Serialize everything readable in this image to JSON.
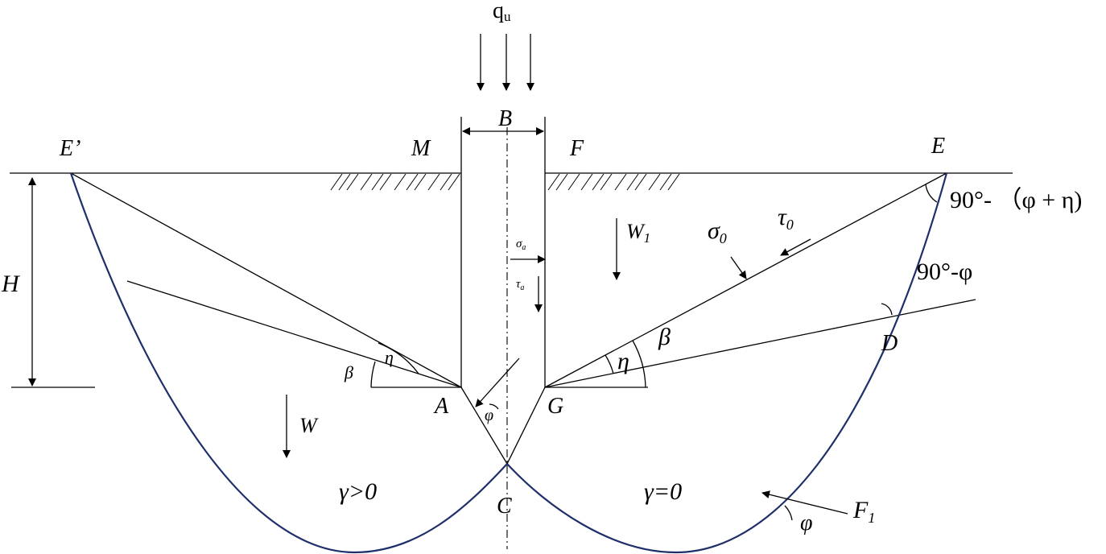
{
  "diagram": {
    "load_label": "q",
    "load_sub": "u",
    "width_label": "B",
    "points": {
      "E_prime": "E’",
      "M": "M",
      "F": "F",
      "E": "E",
      "A": "A",
      "G": "G",
      "C": "C",
      "D": "D"
    },
    "height_label": "H",
    "weights": {
      "left": "W",
      "right": "W",
      "right_sub": "1"
    },
    "stress": {
      "sigma_a": "σ",
      "sigma_a_sub": "a",
      "tau_a": "τ",
      "tau_a_sub": "a",
      "sigma_0": "σ",
      "sigma_0_sub": "0",
      "tau_0": "τ",
      "tau_0_sub": "0"
    },
    "angles": {
      "eta": "η",
      "beta": "β",
      "phi": "φ",
      "angle_E": "90°- （φ + η)",
      "angle_D": "90°-φ"
    },
    "regions": {
      "left": "γ>0",
      "right": "γ=0"
    },
    "force": {
      "label": "F",
      "sub": "1"
    }
  }
}
